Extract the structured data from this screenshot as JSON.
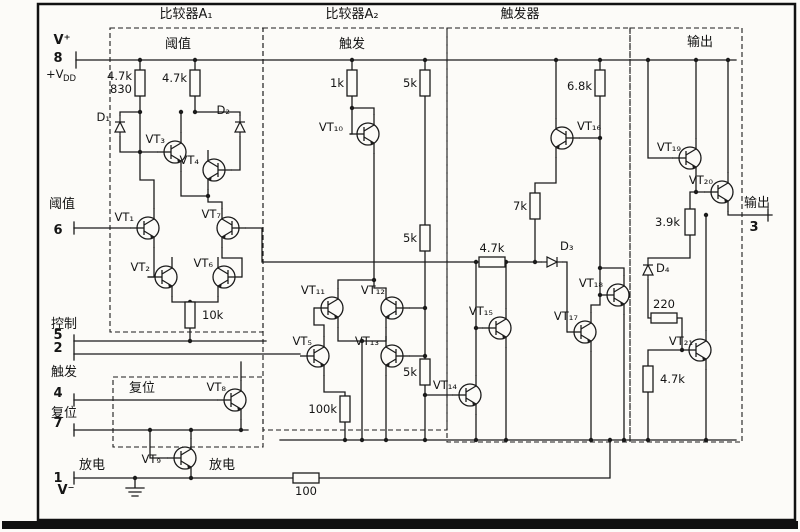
{
  "headers": {
    "comparator_a1": "比较器A₁",
    "comparator_a2": "比较器A₂",
    "flipflop": "触发器",
    "output_block": "输出",
    "threshold_sub": "阈值",
    "trigger_sub": "触发",
    "reset_block": "复位"
  },
  "pins": {
    "v_plus": "V⁺",
    "pin8": "8",
    "vdd_main": "+V",
    "vdd_sub": "DD",
    "threshold": "阈值",
    "pin6": "6",
    "control": "控制",
    "pin5": "5",
    "pin2": "2",
    "trigger": "触发",
    "pin4": "4",
    "reset": "复位",
    "pin7": "7",
    "discharge": "放电",
    "pin1": "1",
    "v_minus": "V⁻",
    "output": "输出",
    "pin3": "3"
  },
  "resistors": {
    "r_a1_left_1": "4.7k",
    "r_a1_left_2": "830",
    "r_a1_right": "4.7k",
    "r_a1_tail": "10k",
    "r_a2_1k": "1k",
    "r_a2_5k_top": "5k",
    "r_div_5k_mid": "5k",
    "r_div_5k_low": "5k",
    "r_a2_100k": "100k",
    "r_ff_6k8": "6.8k",
    "r_ff_7k": "7k",
    "r_ff_4k7": "4.7k",
    "r_out_3k9": "3.9k",
    "r_out_220": "220",
    "r_out_4k7": "4.7k",
    "r_gnd_100": "100"
  },
  "diodes": {
    "d1": "D₁",
    "d2": "D₂",
    "d3": "D₃",
    "d4": "D₄"
  },
  "transistors": {
    "vt1": "VT₁",
    "vt2": "VT₂",
    "vt3": "VT₃",
    "vt4": "VT₄",
    "vt5": "VT₅",
    "vt6": "VT₆",
    "vt7": "VT₇",
    "vt8": "VT₈",
    "vt9": "VT₉",
    "vt10": "VT₁₀",
    "vt11": "VT₁₁",
    "vt12": "VT₁₂",
    "vt13": "VT₁₃",
    "vt14": "VT₁₄",
    "vt15": "VT₁₅",
    "vt16": "VT₁₆",
    "vt17": "VT₁₇",
    "vt18": "VT₁₈",
    "vt19": "VT₁₉",
    "vt20": "VT₂₀",
    "vt21": "VT₂₁"
  },
  "misc": {
    "discharge_label": "放电"
  }
}
